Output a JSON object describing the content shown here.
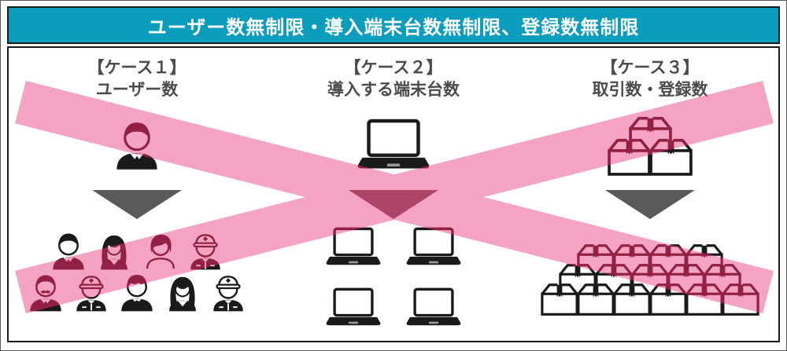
{
  "banner": {
    "title": "ユーザー数無制限・導入端末台数無制限、登録数無制限"
  },
  "colors": {
    "teal_banner": "#0A9DBE",
    "pink_band": "#F5A3C2",
    "band_dark_blend": "#8C1A4A",
    "arrow_gray": "#58595B",
    "title_gray": "#4B4B4B",
    "icon_black": "#1A1A1A"
  },
  "columns": [
    {
      "title": "【ケース１】",
      "subtitle": "ユーザー数",
      "top": {
        "type": "people",
        "rows": [
          [
            "man"
          ]
        ]
      },
      "bottom": {
        "type": "people",
        "rows": [
          [
            "man",
            "woman",
            "womanBob",
            "worker"
          ],
          [
            "manMustache",
            "worker",
            "manCasual",
            "woman",
            "worker"
          ]
        ]
      }
    },
    {
      "title": "【ケース２】",
      "subtitle": "導入する端末台数",
      "top": {
        "type": "laptops",
        "rows": [
          [
            "laptop"
          ]
        ]
      },
      "bottom": {
        "type": "laptops",
        "rows": [
          [
            "laptop",
            "laptop"
          ],
          [
            "laptop",
            "laptop"
          ]
        ]
      }
    },
    {
      "title": "【ケース３】",
      "subtitle": "取引数・登録数",
      "top": {
        "type": "boxes",
        "rows": [
          [
            "box"
          ],
          [
            "box",
            "box"
          ]
        ]
      },
      "bottom": {
        "type": "boxes",
        "rows": [
          [
            "box",
            "box",
            "box",
            "box"
          ],
          [
            "box",
            "box",
            "box",
            "box",
            "box"
          ],
          [
            "box",
            "box",
            "box",
            "box",
            "box",
            "box"
          ]
        ]
      }
    }
  ]
}
